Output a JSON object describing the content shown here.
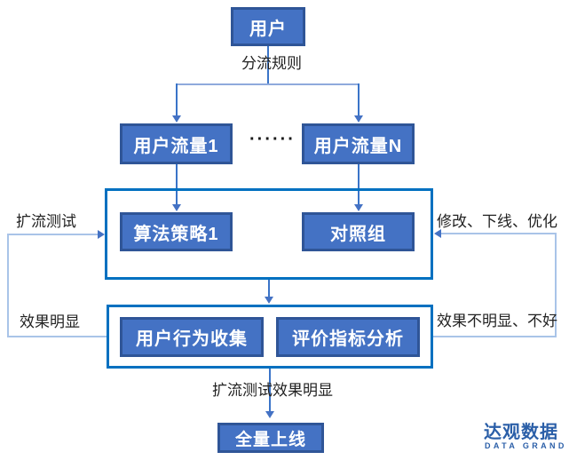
{
  "nodes": {
    "user": "用户",
    "flow1": "用户流量1",
    "flowN": "用户流量N",
    "algorithm": "算法策略1",
    "control": "对照组",
    "behavior": "用户行为收集",
    "metrics": "评价指标分析",
    "launch": "全量上线"
  },
  "labels": {
    "split_rule": "分流规则",
    "ellipsis": "······",
    "expand_test": "扩流测试",
    "modify_offline_optimize": "修改、下线、优化",
    "effect_obvious": "效果明显",
    "effect_not_obvious": "效果不明显、不好",
    "expand_test_effect": "扩流测试效果明显"
  },
  "logo": {
    "cn": "达观数据",
    "en": "DATA GRAND"
  },
  "colors": {
    "node_fill": "#4472C4",
    "node_border": "#2F5597",
    "container_border": "#0070C0",
    "connector": "#3A74C8",
    "connector_light": "#8FAADC",
    "loop_line": "#A9C4E8",
    "arrow": "#4472C4",
    "label_text": "#222222",
    "logo_blue": "#2B5FA8"
  }
}
